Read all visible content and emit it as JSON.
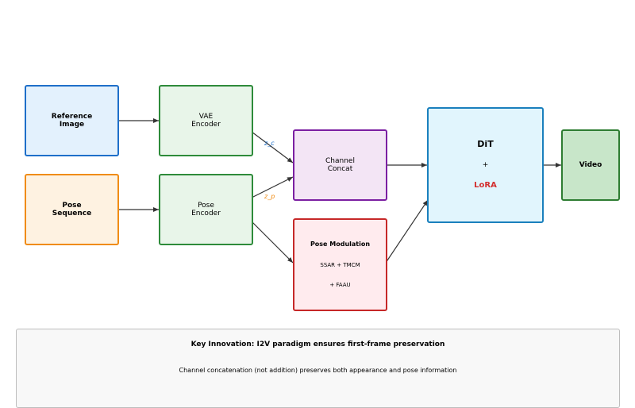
{
  "nodes": {
    "reference_image": "Reference\nImage",
    "pose_sequence": "Pose\nSequence",
    "vae_encoder": "VAE\nEncoder",
    "pose_encoder": "Pose\nEncoder",
    "channel_concat": "Channel\nConcat",
    "pose_modulation": {
      "title": "Pose Modulation",
      "line1": "SSAR + TMCM",
      "line2": "+ FAAU"
    },
    "dit": {
      "title": "DiT",
      "plus": "+",
      "lora": "LoRA"
    },
    "video": "Video"
  },
  "edge_labels": {
    "z_c": "z_c",
    "z_p": "z_p"
  },
  "panel": {
    "title": "Key Innovation: I2V paradigm ensures first-frame preservation",
    "text": "Channel concatenation (not addition) preserves both appearance and pose information"
  },
  "colors": {
    "arrow": "#333333",
    "lora": "#d32f2f",
    "z_c": "#1e6fc9",
    "z_p": "#f08c15"
  }
}
